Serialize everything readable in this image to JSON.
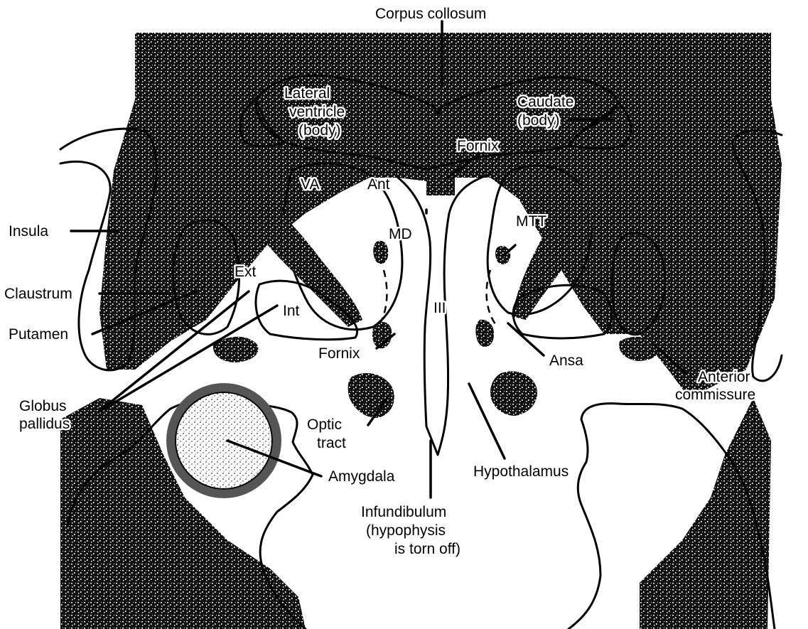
{
  "colors": {
    "ink": "#000000",
    "paper": "#ffffff",
    "grey_matter": "#f2f2f2",
    "speckle": "#1a1a1a"
  },
  "labels": {
    "corpus_collosum": "Corpus collosum",
    "lateral_ventricle_1": "Lateral",
    "lateral_ventricle_2": "ventricle",
    "lateral_ventricle_3": "(body)",
    "caudate_1": "Caudate",
    "caudate_2": "(body)",
    "fornix_upper": "Fornix",
    "va": "VA",
    "ant": "Ant",
    "md": "MD",
    "mtt": "MTT",
    "insula": "Insula",
    "claustrum": "Claustrum",
    "ext": "Ext",
    "int": "Int",
    "third_ventricle": "III",
    "putamen": "Putamen",
    "fornix_lower": "Fornix",
    "ansa": "Ansa",
    "anterior_commissure_1": "Anterior",
    "anterior_commissure_2": "commissure",
    "globus_pallidus_1": "Globus",
    "globus_pallidus_2": "pallidus",
    "optic_tract_1": "Optic",
    "optic_tract_2": "tract",
    "amygdala": "Amygdala",
    "hypothalamus": "Hypothalamus",
    "infundibulum_1": "Infundibulum",
    "infundibulum_2": "(hypophysis",
    "infundibulum_3": "is torn off)"
  }
}
